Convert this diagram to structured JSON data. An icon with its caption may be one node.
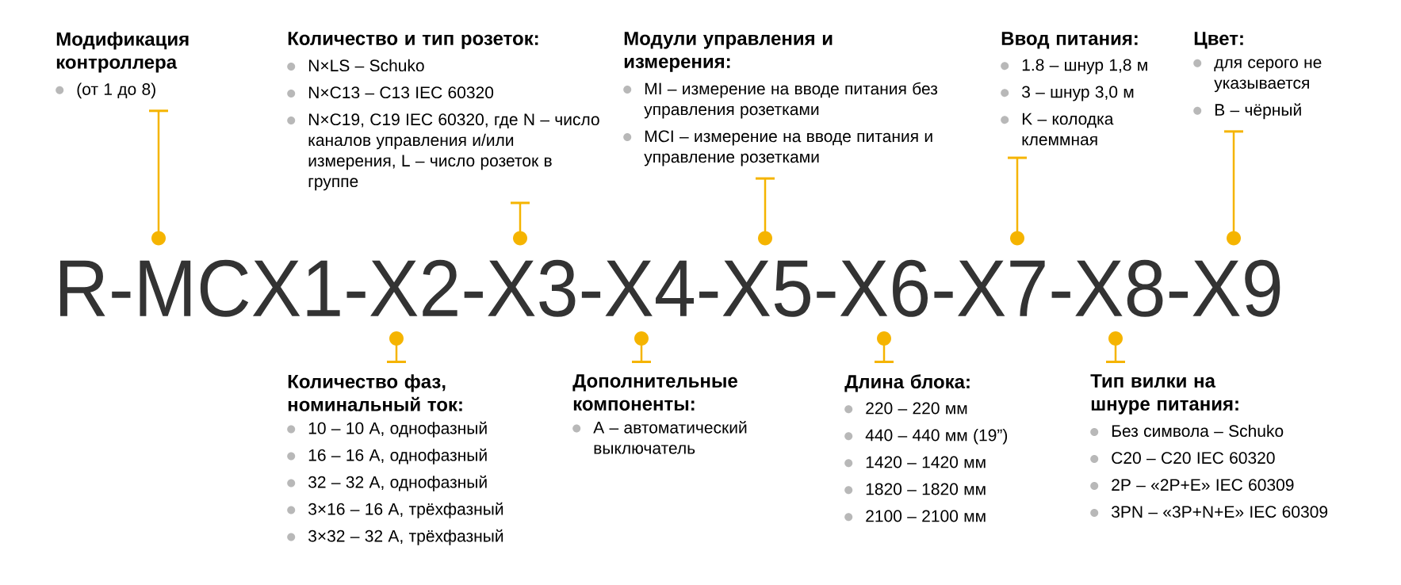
{
  "diagram": {
    "nodes": [
      {
        "text": [
          "Модификация контроллера",
          "(от 1 до 8)"
        ]
      },
      {
        "text": [
          "Количество и тип розеток:",
          "N×LS – Schuko",
          "N×C13 – C13 IEC 60320",
          "N×C19, C19 IEC 60320, где N – число каналов управления и/или измерения, L – число розеток в группе"
        ]
      },
      {
        "text": [
          "Модули управления и измерения:",
          "MI – измерение на вводе питания без управления розетками",
          "MCI – измерение на вводе питания и управление розетками"
        ]
      },
      {
        "text": [
          "Ввод питания:",
          "1.8 – шнур 1,8 м",
          "3 – шнур 3,0 м",
          "K – колодка клеммная"
        ]
      },
      {
        "text": [
          "Цвет:",
          "для серого не указывается",
          "B – чёрный"
        ]
      },
      {
        "text": [
          "R-MCX1-X2-X3-X4-X5-X6-X7-X8-X9"
        ]
      },
      {
        "text": [
          "Количество фаз, номинальный ток:",
          "10 – 10 А, однофазный",
          "16 – 16 А, однофазный",
          "32 – 32 А, однофазный",
          "3×16 – 16 А, трёхфазный",
          "3×32 – 32 А, трёхфазный"
        ]
      },
      {
        "text": [
          "Дополнительные компоненты:",
          "A – автоматический выключатель"
        ]
      },
      {
        "text": [
          "Длина блока:",
          "220 – 220 мм",
          "440 – 440 мм (19”)",
          "1420 – 1420 мм",
          "1820 – 1820 мм",
          "2100 – 2100 мм"
        ]
      },
      {
        "text": [
          "Тип вилки на шнуре питания:",
          "Без символа – Schuko",
          "C20 – C20 IEC 60320",
          "2P – «2P+E» IEC 60309",
          "3PN – «3P+N+E» IEC 60309"
        ]
      }
    ],
    "edges": [
      {
        "from": 0,
        "to": 5,
        "arrow": "other"
      },
      {
        "from": 1,
        "to": 5,
        "arrow": "other"
      },
      {
        "from": 2,
        "to": 5,
        "arrow": "other"
      },
      {
        "from": 3,
        "to": 5,
        "arrow": "other"
      },
      {
        "from": 4,
        "to": 5,
        "arrow": "other"
      },
      {
        "from": 6,
        "to": 5,
        "arrow": "other"
      },
      {
        "from": 7,
        "to": 5,
        "arrow": "other"
      },
      {
        "from": 8,
        "to": 5,
        "arrow": "other"
      },
      {
        "from": 9,
        "to": 5,
        "arrow": "other"
      }
    ]
  }
}
